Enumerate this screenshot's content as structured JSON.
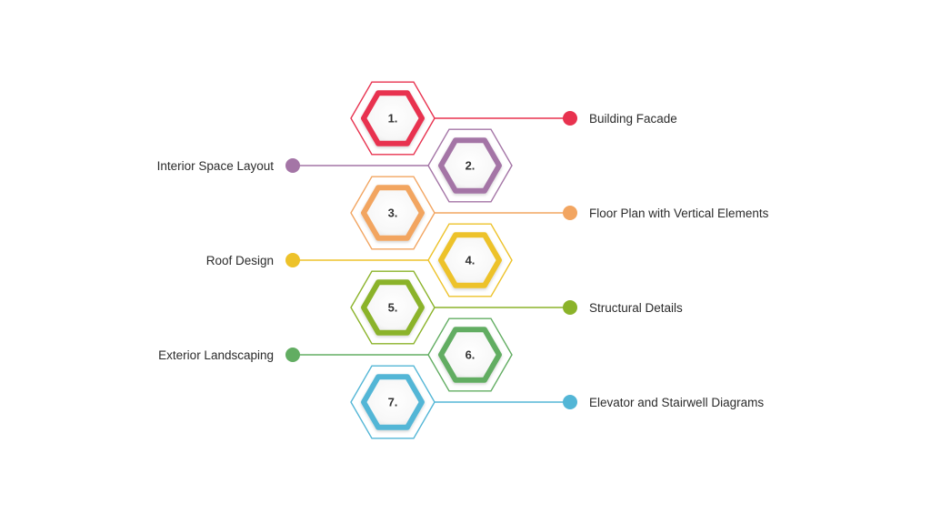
{
  "steps": [
    {
      "number": "1.",
      "label": "Building Facade",
      "color": "#e8324f",
      "side": "right",
      "column": "left"
    },
    {
      "number": "2.",
      "label": "Interior Space Layout",
      "color": "#a475a6",
      "side": "left",
      "column": "right"
    },
    {
      "number": "3.",
      "label": "Floor Plan with Vertical Elements",
      "color": "#f2a561",
      "side": "right",
      "column": "left"
    },
    {
      "number": "4.",
      "label": "Roof Design",
      "color": "#edc22a",
      "side": "left",
      "column": "right"
    },
    {
      "number": "5.",
      "label": "Structural Details",
      "color": "#8bb32a",
      "side": "right",
      "column": "left"
    },
    {
      "number": "6.",
      "label": "Exterior Landscaping",
      "color": "#62ad62",
      "side": "left",
      "column": "right"
    },
    {
      "number": "7.",
      "label": "Elevator and Stairwell Diagrams",
      "color": "#53b6d6",
      "side": "right",
      "column": "left"
    }
  ]
}
